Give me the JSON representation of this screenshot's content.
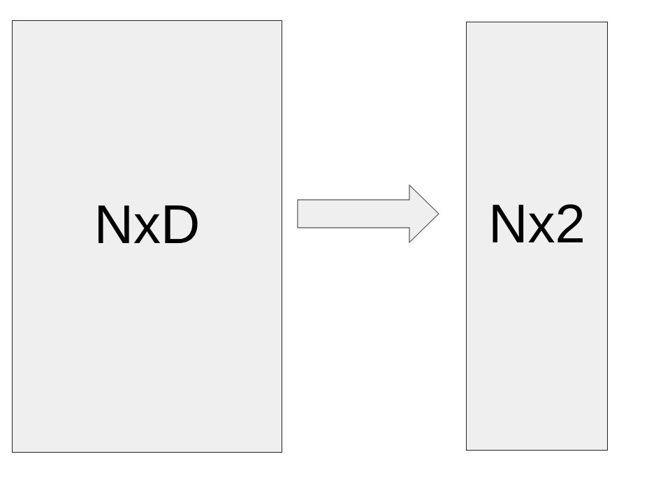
{
  "diagram": {
    "input_matrix": {
      "label": "NxD"
    },
    "output_matrix": {
      "label": "Nx2"
    },
    "arrow": {
      "direction": "right"
    }
  },
  "colors": {
    "box_fill": "#efefef",
    "box_stroke": "#222222",
    "arrow_fill": "#efefef",
    "arrow_stroke": "#555555",
    "text": "#000000"
  }
}
